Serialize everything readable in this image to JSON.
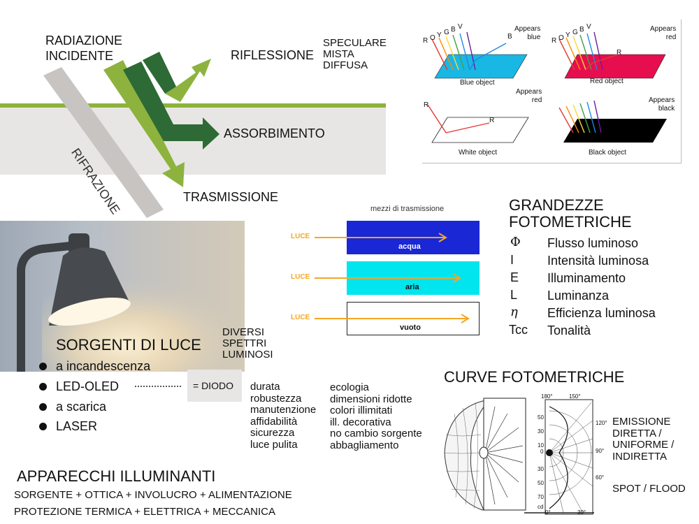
{
  "colors": {
    "ground": "#e8e6e4",
    "surface_line": "#8cb33a",
    "light_green": "#8db33e",
    "dark_green": "#2d6a35",
    "refraction_grey": "#c7c4c1",
    "orange": "#f5a623",
    "water_blue": "#1a27d4",
    "air_cyan": "#00e5ee",
    "blue_object": "#19b7e4",
    "red_object": "#e60e4e"
  },
  "radiation": {
    "incident": "RADIAZIONE\nINCIDENTE",
    "reflection": "RIFLESSIONE",
    "reflection_types": "SPECULARE\nMISTA\nDIFFUSA",
    "absorption": "ASSORBIMENTO",
    "refraction": "RIFRAZIONE",
    "transmission": "TRASMISSIONE"
  },
  "color_objects": {
    "spectrum": [
      "R",
      "O",
      "Y",
      "G",
      "B",
      "V"
    ],
    "blue": {
      "appears": "Appears\nblue",
      "reflected": "B",
      "caption": "Blue object"
    },
    "red": {
      "appears": "Appears\nred",
      "reflected": "R",
      "caption": "Red object"
    },
    "white": {
      "appears": "Appears\nred",
      "incoming": "R",
      "reflected": "R",
      "caption": "White object"
    },
    "black": {
      "appears": "Appears\nblack",
      "caption": "Black object"
    }
  },
  "media": {
    "title": "mezzi di trasmissione",
    "light_label": "LUCE",
    "items": [
      "acqua",
      "aria",
      "vuoto"
    ]
  },
  "photometric": {
    "title": "GRANDEZZE\nFOTOMETRICHE",
    "symbols": [
      "Φ",
      "I",
      "E",
      "L",
      "η",
      "Tcc"
    ],
    "names": [
      "Flusso luminoso",
      "Intensità luminosa",
      "Illuminamento",
      "Luminanza",
      "Efficienza luminosa",
      "Tonalità"
    ]
  },
  "sources": {
    "title": "SORGENTI DI LUCE",
    "spectra": "DIVERSI\nSPETTRI\nLUMINOSI",
    "items": [
      "a incandescenza",
      "LED-OLED",
      "a scarica",
      "LASER"
    ],
    "diode": "= DIODO",
    "pros_a": "durata\nrobustezza\nmanutenzione\naffidabilità\nsicurezza\nluce pulita",
    "pros_b": "ecologia\ndimensioni ridotte\ncolori illimitati\nill. decorativa\nno cambio sorgente\nabbagliamento"
  },
  "curves": {
    "title": "CURVE FOTOMETRICHE",
    "emission": "EMISSIONE\nDIRETTA /\nUNIFORME /\nINDIRETTA",
    "spot": "SPOT / FLOOD",
    "left_ticks": [
      "50",
      "30",
      "10",
      "0",
      "30",
      "50",
      "70",
      "cd"
    ],
    "right_ticks": [
      "120°",
      "90°",
      "60°"
    ],
    "top_ticks": [
      "180°",
      "150°"
    ],
    "bottom_ticks": [
      "0°",
      "30°"
    ]
  },
  "fixtures": {
    "title": "APPARECCHI ILLUMINANTI",
    "line1": "SORGENTE + OTTICA + INVOLUCRO + ALIMENTAZIONE",
    "line2": "PROTEZIONE TERMICA + ELETTRICA + MECCANICA"
  }
}
